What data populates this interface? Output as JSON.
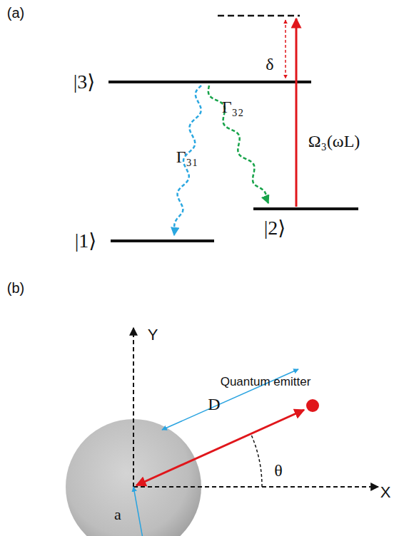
{
  "diagram": {
    "labels": [
      "(a)",
      "|3⟩",
      "δ",
      "Γ₃₂",
      "Γ₃₁",
      "Ω₃(ωL)",
      "|1⟩",
      "|2⟩",
      "(b)",
      "Y",
      "Quantum emitter",
      "D",
      "θ",
      "X",
      "a"
    ]
  }
}
